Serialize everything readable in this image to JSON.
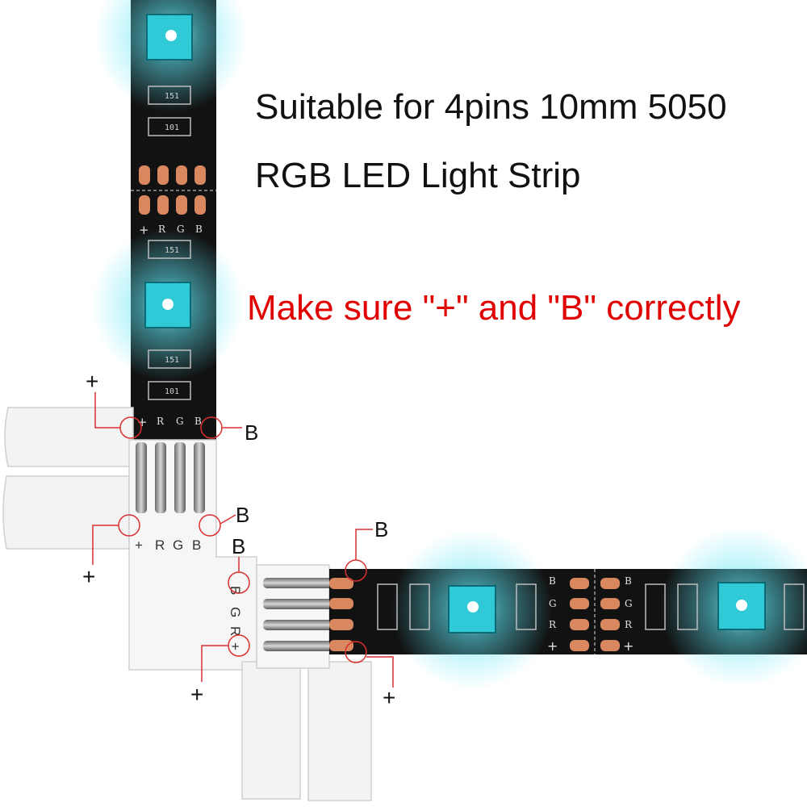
{
  "captions": {
    "line1": "Suitable for 4pins 10mm 5050",
    "line2": "RGB LED Light Strip",
    "warning": "Make sure \"+\" and \"B\" correctly"
  },
  "pad_labels": {
    "plus": "+",
    "r": "R",
    "g": "G",
    "b": "B",
    "chip_a": "151",
    "chip_b": "101"
  },
  "callouts": {
    "plus": "+",
    "b": "B"
  },
  "connector_labels": {
    "plus": "+",
    "r": "R",
    "g": "G",
    "b": "B"
  },
  "colors": {
    "strip": "#121212",
    "pad": "#d9875f",
    "led": "#3ee0f0",
    "glow": "#7ff3ff",
    "connector": "#f4f4f4",
    "callout": "#d93030",
    "warning_text": "#e00000"
  }
}
